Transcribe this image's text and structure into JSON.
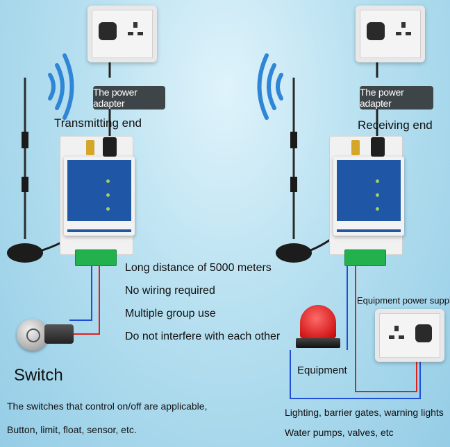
{
  "left": {
    "adapter_label": "The power adapter",
    "end_label": "Transmitting end"
  },
  "right": {
    "adapter_label": "The power adapter",
    "end_label": "Receiving end"
  },
  "features": [
    "Long distance of 5000 meters",
    "No wiring required",
    "Multiple group use",
    "Do not interfere with each other"
  ],
  "switch": {
    "title": "Switch",
    "desc_line1": "The switches that control on/off are applicable,",
    "desc_line2": "Button, limit, float, sensor, etc."
  },
  "equipment": {
    "label": "Equipment",
    "power_supply_label": "Equipment power supply",
    "desc_line1": "Lighting, barrier gates, warning lights",
    "desc_line2": "Water pumps, valves, etc"
  },
  "colors": {
    "wire_red": "#e02020",
    "wire_blue": "#1f4fd6",
    "module_blue": "#1f57a6",
    "terminal_green": "#22b14c"
  }
}
